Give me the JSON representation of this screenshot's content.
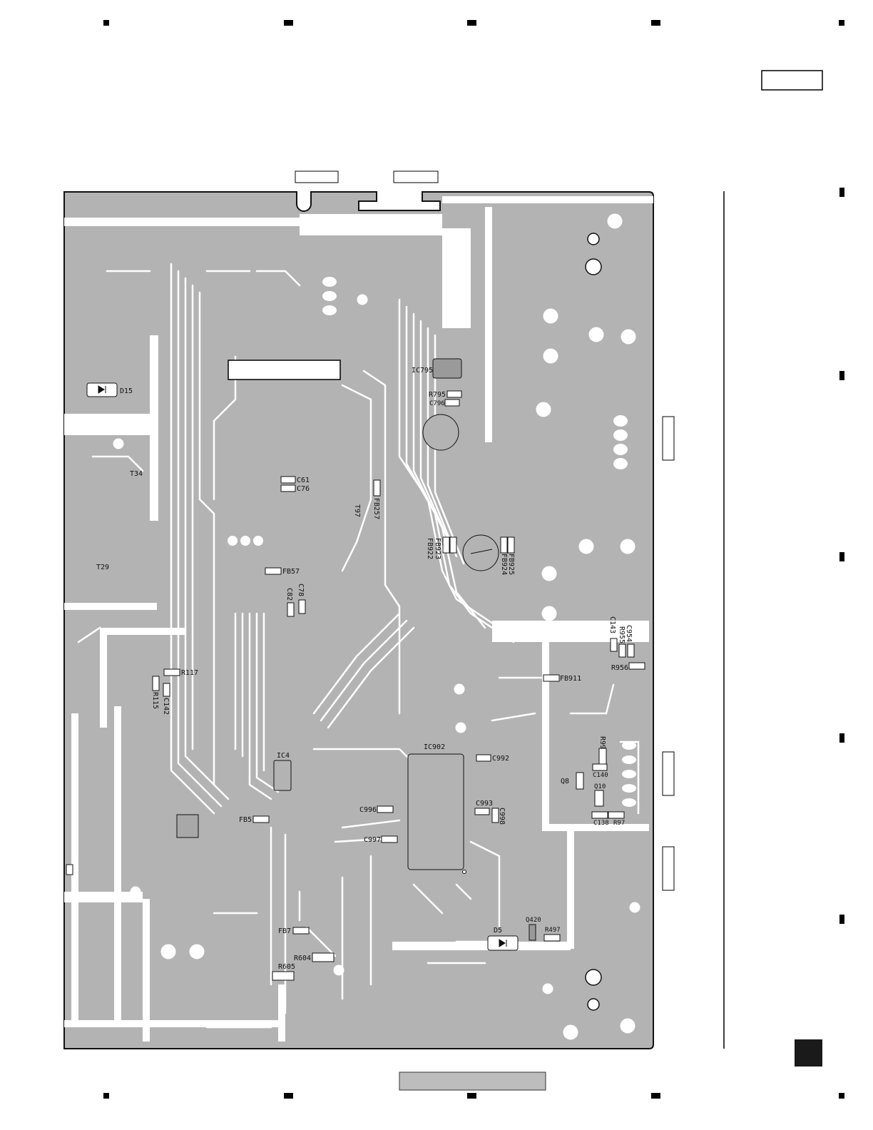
{
  "page": {
    "page_box_label": "",
    "footer_label": "",
    "corner_tab": ""
  },
  "components": [
    {
      "id": "d15",
      "label": "D15"
    },
    {
      "id": "t34",
      "label": "T34"
    },
    {
      "id": "t29",
      "label": "T29"
    },
    {
      "id": "ic795",
      "label": "IC795"
    },
    {
      "id": "r795",
      "label": "R795"
    },
    {
      "id": "c796",
      "label": "C796"
    },
    {
      "id": "c61",
      "label": "C61"
    },
    {
      "id": "c76",
      "label": "C76"
    },
    {
      "id": "fb257",
      "label": "FB257"
    },
    {
      "id": "t97",
      "label": "T97"
    },
    {
      "id": "fb923",
      "label": "FB923"
    },
    {
      "id": "fb922",
      "label": "FB922"
    },
    {
      "id": "fb925",
      "label": "FB925"
    },
    {
      "id": "fb924",
      "label": "FB924"
    },
    {
      "id": "fb57",
      "label": "FB57"
    },
    {
      "id": "c78",
      "label": "C78"
    },
    {
      "id": "c82",
      "label": "C82"
    },
    {
      "id": "c143",
      "label": "C143"
    },
    {
      "id": "c954",
      "label": "C954"
    },
    {
      "id": "r955",
      "label": "R955"
    },
    {
      "id": "r956",
      "label": "R956"
    },
    {
      "id": "r117",
      "label": "R117"
    },
    {
      "id": "r115",
      "label": "R115"
    },
    {
      "id": "c142",
      "label": "C142"
    },
    {
      "id": "fb911",
      "label": "FB911"
    },
    {
      "id": "r99",
      "label": "R99"
    },
    {
      "id": "c140",
      "label": "C140"
    },
    {
      "id": "q8",
      "label": "Q8"
    },
    {
      "id": "q10",
      "label": "Q10"
    },
    {
      "id": "c138",
      "label": "C138"
    },
    {
      "id": "r97",
      "label": "R97"
    },
    {
      "id": "ic902",
      "label": "IC902"
    },
    {
      "id": "c992",
      "label": "C992"
    },
    {
      "id": "ic4",
      "label": "IC4"
    },
    {
      "id": "c993",
      "label": "C993"
    },
    {
      "id": "c998",
      "label": "C998"
    },
    {
      "id": "c996",
      "label": "C996"
    },
    {
      "id": "fb5",
      "label": "FB5"
    },
    {
      "id": "c997",
      "label": "C997"
    },
    {
      "id": "q420",
      "label": "Q420"
    },
    {
      "id": "d5",
      "label": "D5"
    },
    {
      "id": "r497",
      "label": "R497"
    },
    {
      "id": "fb7",
      "label": "FB7"
    },
    {
      "id": "r604",
      "label": "R604"
    },
    {
      "id": "r605",
      "label": "R605"
    }
  ],
  "colors": {
    "board_copper": "#b3b3b3",
    "trace": "#ffffff",
    "outline": "#111111",
    "background": "#ffffff"
  }
}
